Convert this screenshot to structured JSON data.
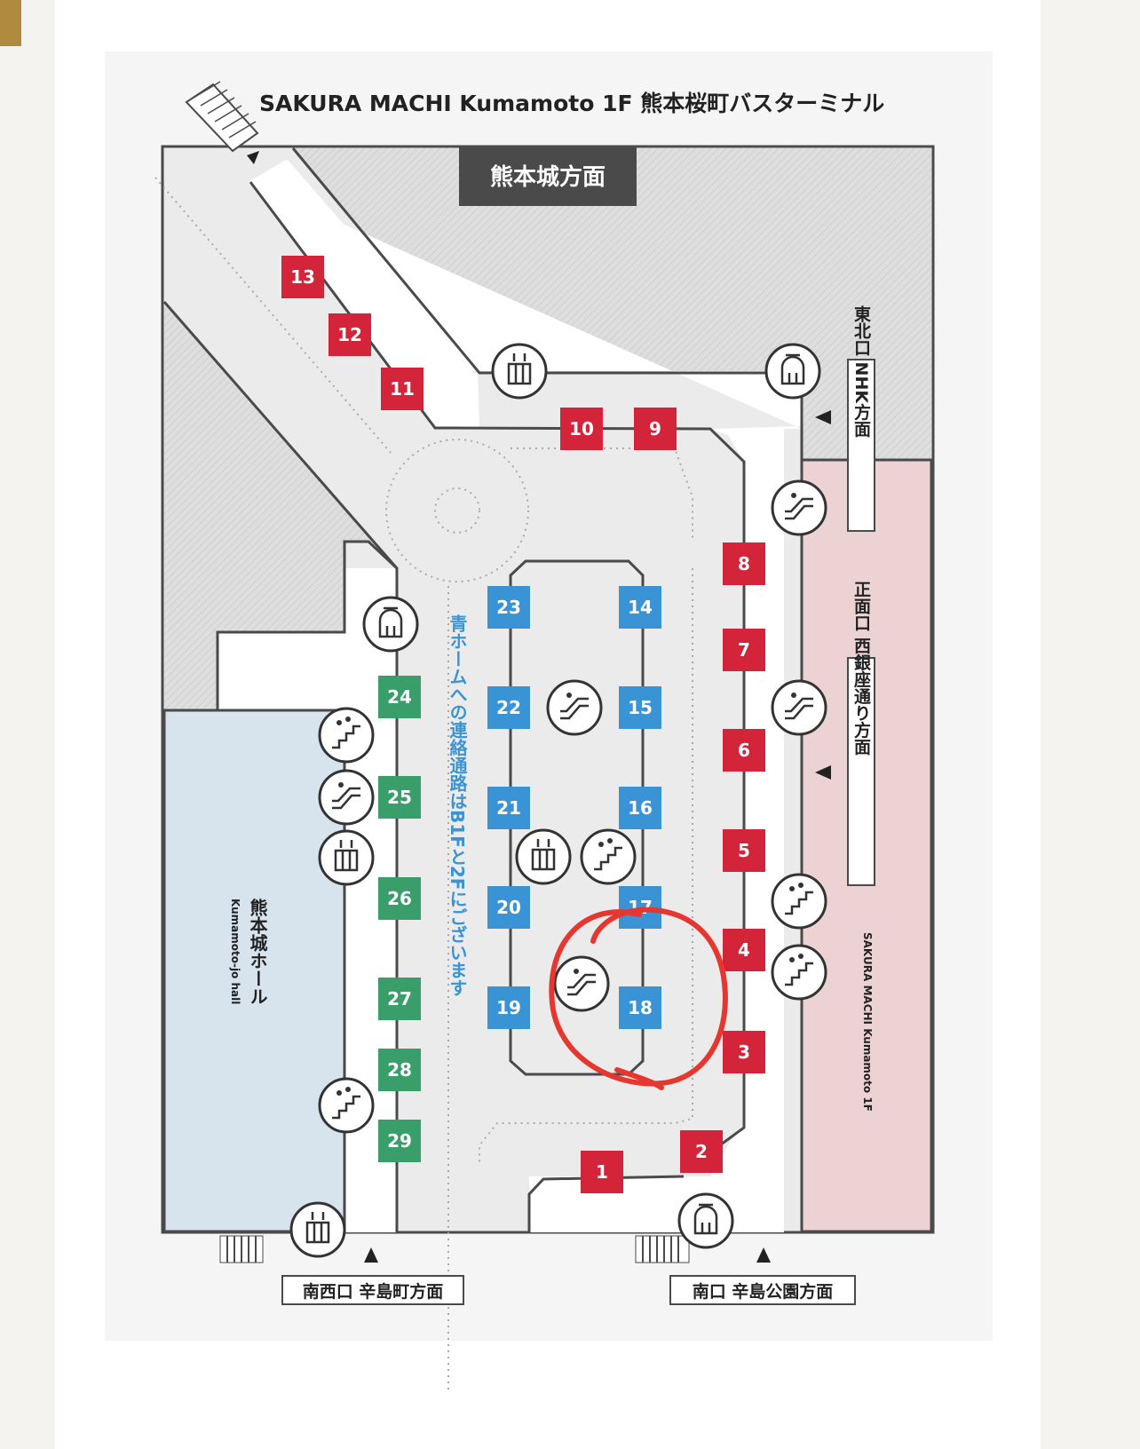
{
  "map_title": "SAKURA MACHI Kumamoto 1F 熊本桜町バスターミナル",
  "direction_top": "熊本城方面",
  "sign_northeast": "東北口 NHK方面",
  "sign_main": "正面口 西銀座通り方面",
  "sign_south": "南口 辛島公園方面",
  "sign_southwest": "南西口 辛島町方面",
  "hall_label_ja": "熊本城ホール",
  "hall_label_en": "Kumamoto-jo hall",
  "sakura_label": "SAKURA MACHI Kumamoto 1F",
  "blue_connection_note": "青ホームへの連絡通路はB1Fと2Fにございます",
  "colors": {
    "red_platform": "#d4243a",
    "blue_platform": "#3a93d4",
    "green_platform": "#3a9e6a",
    "blue_connection_text": "#3a93d4",
    "hall_fill": "#d7e4ee",
    "sakura_fill": "#ecd2d2",
    "annotation_circle": "#e5372f"
  },
  "platforms": {
    "red": [
      "1",
      "2",
      "3",
      "4",
      "5",
      "6",
      "7",
      "8",
      "9",
      "10",
      "11",
      "12",
      "13"
    ],
    "blue": [
      "14",
      "15",
      "16",
      "17",
      "18",
      "19",
      "20",
      "21",
      "22",
      "23"
    ],
    "green": [
      "24",
      "25",
      "26",
      "27",
      "28",
      "29"
    ]
  },
  "icons": [
    "elevator-icon",
    "escalator-icon",
    "stairs-icon",
    "restroom-icon"
  ]
}
